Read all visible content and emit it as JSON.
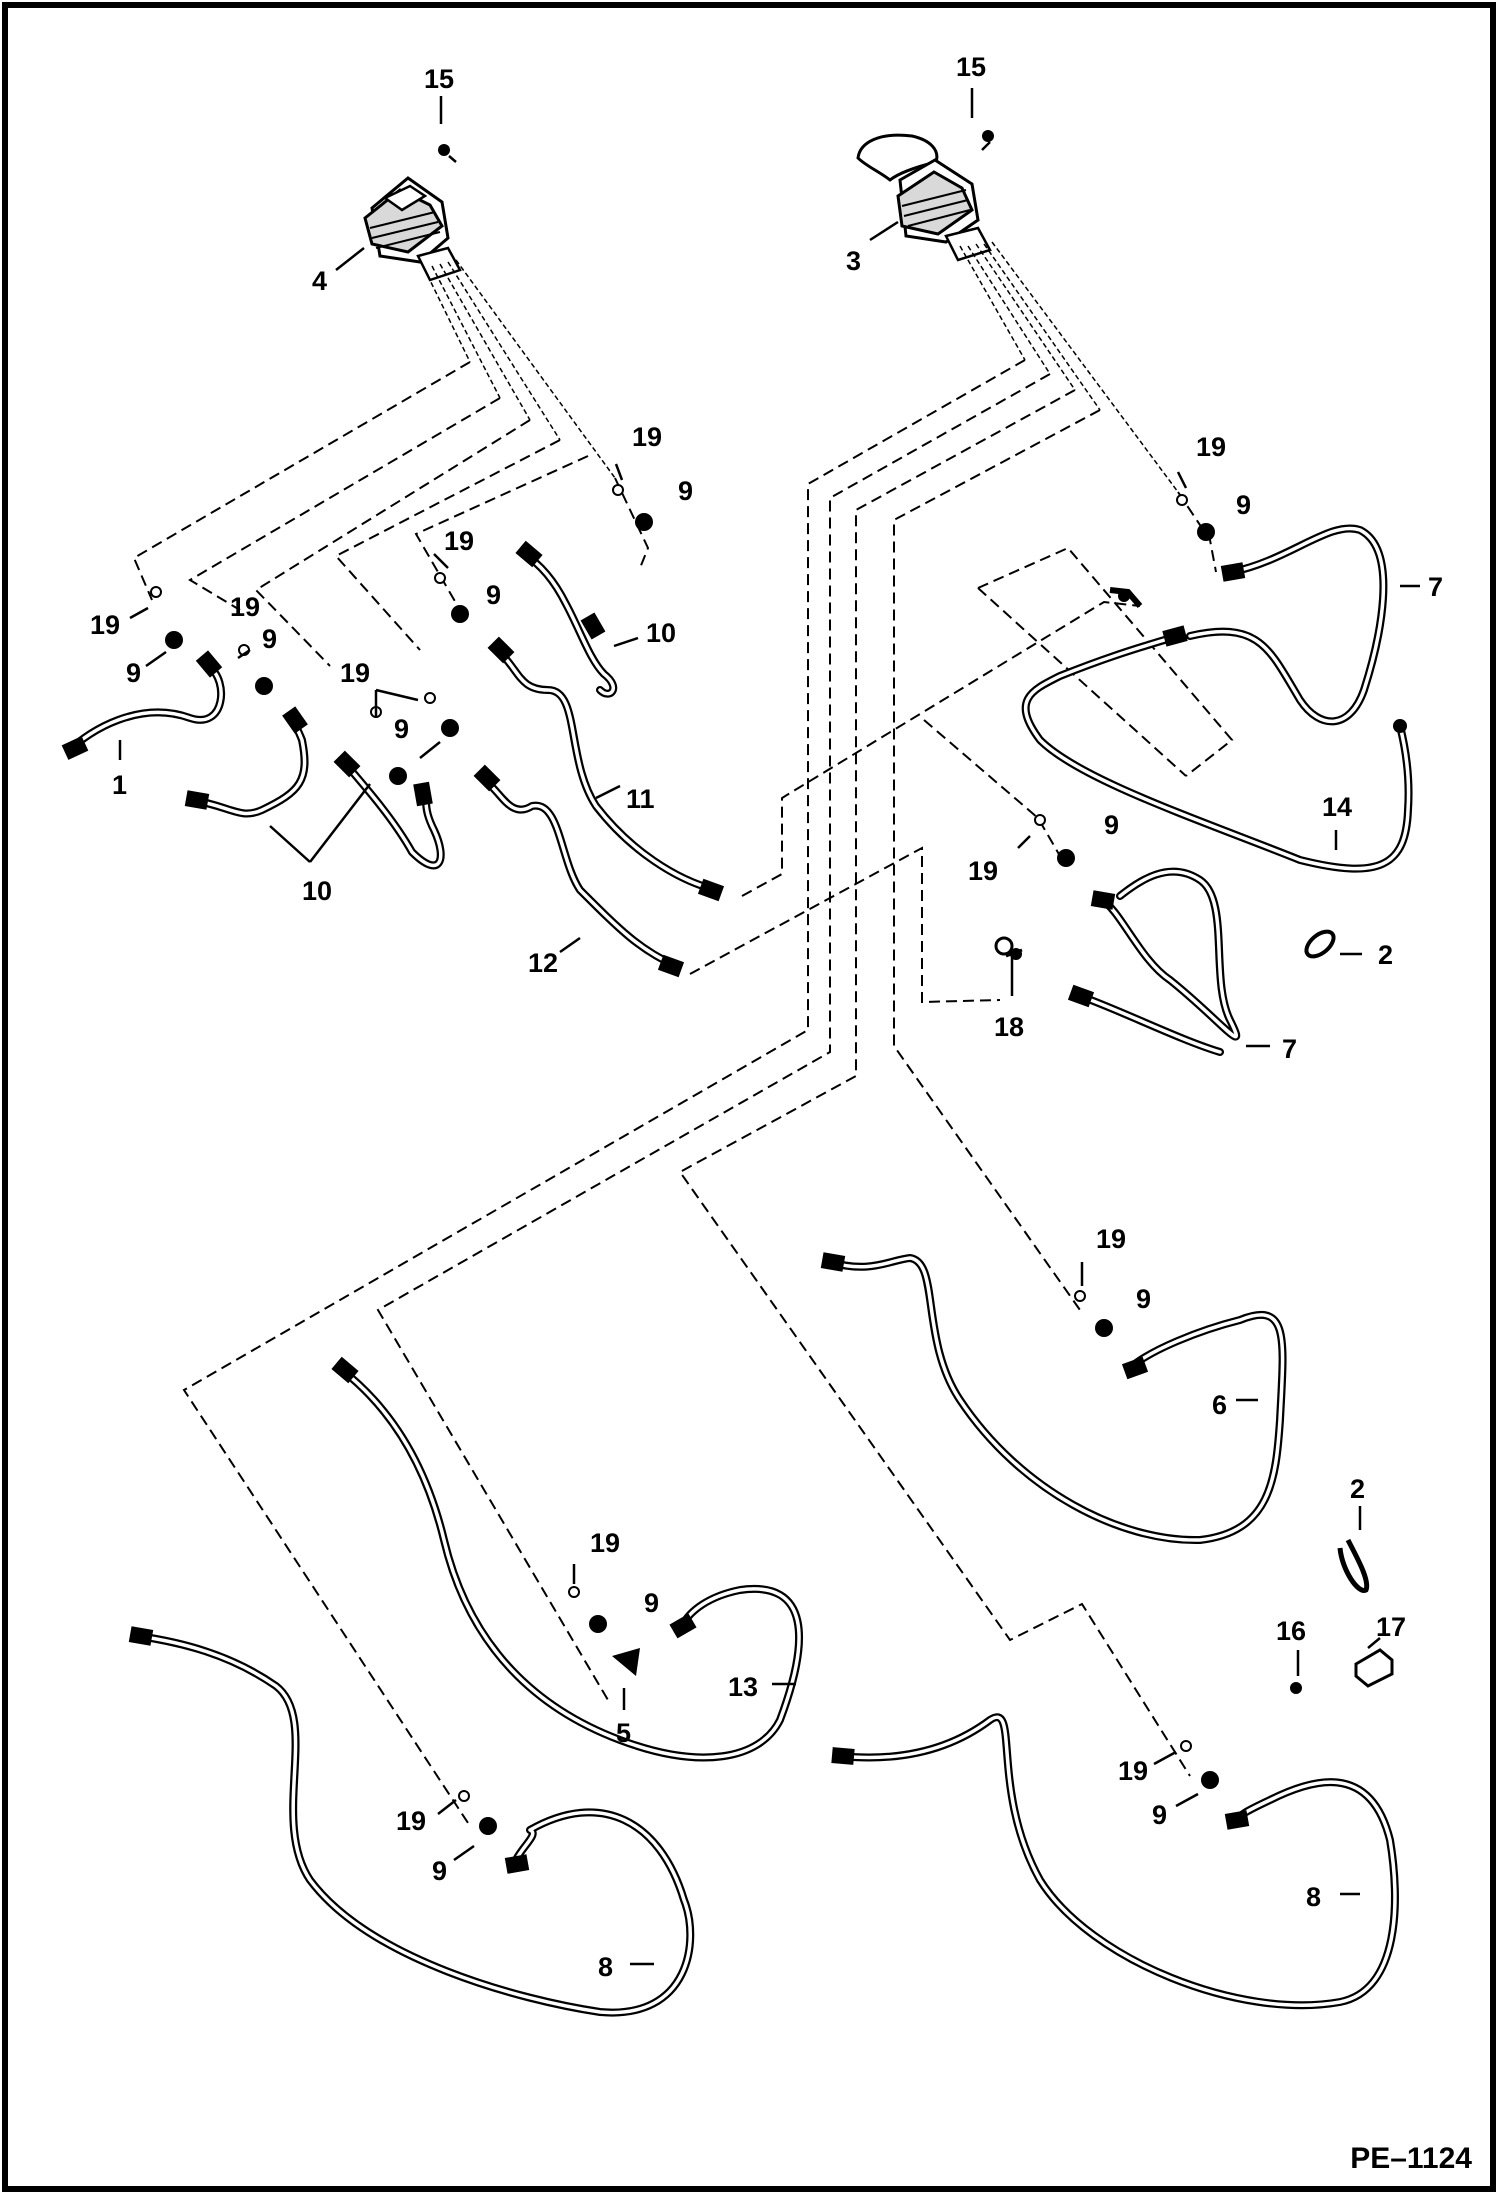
{
  "drawing_number": "PE–1124",
  "callouts": {
    "c15a": "15",
    "c15b": "15",
    "c4": "4",
    "c3": "3",
    "c19_01": "19",
    "c9_01": "9",
    "c19_02": "19",
    "c9_02": "9",
    "c19_03": "19",
    "c9_03": "9",
    "c19_04": "19",
    "c9_04": "9",
    "c19_05": "19",
    "c9_05": "9",
    "c19_06": "19",
    "c9_06": "9",
    "c19_07": "19",
    "c9_07": "9",
    "c19_08": "19",
    "c9_08": "9",
    "c19_09": "19",
    "c9_09": "9",
    "c19_10": "19",
    "c9_10": "9",
    "c19_11": "19",
    "c9_11": "9",
    "c1": "1",
    "c10a": "10",
    "c10b": "10",
    "c11": "11",
    "c12": "12",
    "c7a": "7",
    "c7b": "7",
    "c14": "14",
    "c2a": "2",
    "c2b": "2",
    "c18": "18",
    "c6": "6",
    "c5": "5",
    "c13": "13",
    "c8a": "8",
    "c8b": "8",
    "c16": "16",
    "c17": "17"
  }
}
